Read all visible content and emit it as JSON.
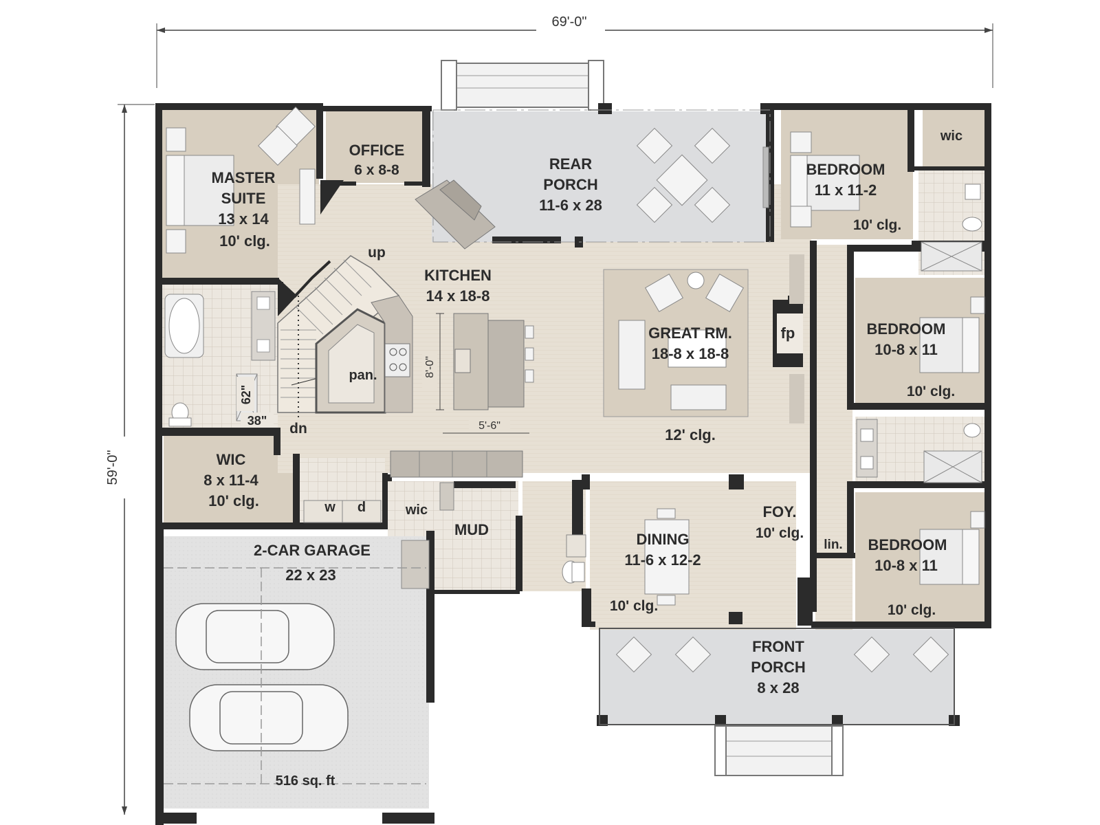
{
  "dimensions": {
    "width": "69'-0\"",
    "depth": "59'-0\"",
    "island_length": "8'-0\"",
    "aisle": "5'-6\"",
    "shower_length": "62\"",
    "shower_width": "38\""
  },
  "rooms": {
    "master": {
      "name1": "MASTER",
      "name2": "SUITE",
      "size": "13 x 14",
      "ceiling": "10' clg."
    },
    "office": {
      "name": "OFFICE",
      "size": "6 x 8-8"
    },
    "rear_porch": {
      "name1": "REAR",
      "name2": "PORCH",
      "size": "11-6 x 28"
    },
    "bedroom1": {
      "name": "BEDROOM",
      "size": "11 x 11-2",
      "ceiling": "10' clg."
    },
    "bedroom2": {
      "name": "BEDROOM",
      "size": "10-8 x 11",
      "ceiling": "10' clg."
    },
    "bedroom3": {
      "name": "BEDROOM",
      "size": "10-8 x 11",
      "ceiling": "10' clg."
    },
    "kitchen": {
      "name": "KITCHEN",
      "size": "14 x 18-8"
    },
    "great_room": {
      "name": "GREAT RM.",
      "size": "18-8 x 18-8",
      "ceiling": "12' clg."
    },
    "master_wic": {
      "name": "WIC",
      "size": "8 x 11-4",
      "ceiling": "10' clg."
    },
    "garage": {
      "name": "2-CAR GARAGE",
      "size": "22 x 23",
      "area": "516 sq. ft"
    },
    "dining": {
      "name": "DINING",
      "size": "11-6 x 12-2",
      "ceiling": "10' clg."
    },
    "foyer": {
      "name": "FOY.",
      "ceiling": "10' clg."
    },
    "front_porch": {
      "name1": "FRONT",
      "name2": "PORCH",
      "size": "8 x 28"
    },
    "mud": {
      "name": "MUD"
    }
  },
  "small_labels": {
    "up": "up",
    "dn": "dn",
    "pantry": "pan.",
    "fireplace": "fp",
    "bed1_wic": "wic",
    "mud_wic": "wic",
    "washer": "w",
    "dryer": "d",
    "linen": "lin."
  },
  "colors": {
    "wall": "#2b2b2b",
    "floor": "#e5ded2",
    "carpet": "#d7cebf",
    "porch": "#dedfe0",
    "tile": "#ebe6de",
    "counter": "#bdb7ae"
  }
}
